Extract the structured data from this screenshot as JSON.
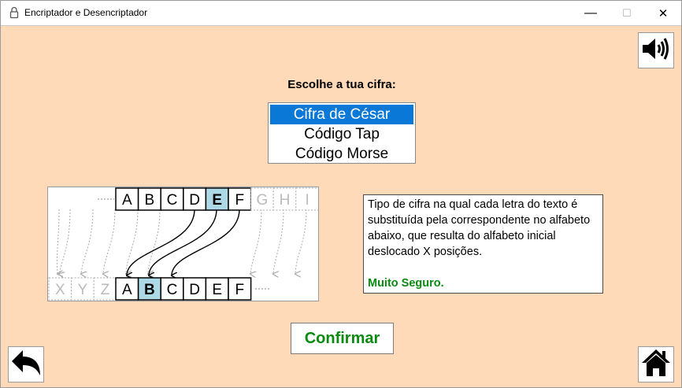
{
  "window": {
    "title": "Encriptador e Desencriptador",
    "minimize": "—",
    "maximize": "☐",
    "close": "✕"
  },
  "prompt": "Escolhe a tua cifra:",
  "cipher_list": {
    "options": [
      "Cifra de César",
      "Código Tap",
      "Código Morse"
    ],
    "selected": "Cifra de César"
  },
  "diagram": {
    "top_letters": [
      "A",
      "B",
      "C",
      "D",
      "E",
      "F",
      "G",
      "H",
      "I"
    ],
    "top_highlight": "E",
    "bottom_letters": [
      "X",
      "Y",
      "Z",
      "A",
      "B",
      "C",
      "D",
      "E",
      "F"
    ],
    "bottom_highlight": "B"
  },
  "description": {
    "text": "Tipo de cifra na qual cada letra do texto é substituída pela correspondente no alfabeto abaixo, que resulta do alfabeto inicial deslocado X posições.",
    "strength": "Muito Seguro."
  },
  "confirm_label": "Confirmar",
  "colors": {
    "background": "#ffdab9",
    "selection": "#0a78d7",
    "highlight": "#add8e6",
    "strength": "#0b8a10"
  },
  "icons": {
    "sound": "speaker-icon",
    "back": "back-arrow-icon",
    "home": "home-icon",
    "lock": "lock-icon"
  }
}
